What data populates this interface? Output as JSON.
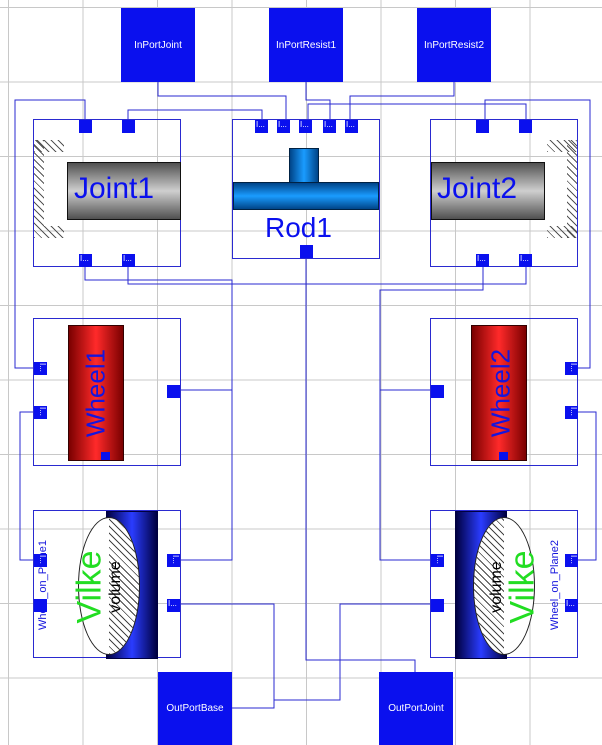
{
  "inputs": {
    "joint": "InPortJoint",
    "resist1": "InPortResist1",
    "resist2": "InPortResist2"
  },
  "outputs": {
    "base": "OutPortBase",
    "joint": "OutPortJoint"
  },
  "joint1": {
    "label": "Joint1"
  },
  "joint2": {
    "label": "Joint2"
  },
  "rod1": {
    "label": "Rod1"
  },
  "wheel1": {
    "label": "Wheel1"
  },
  "wheel2": {
    "label": "Wheel2"
  },
  "plane1": {
    "name": "Wheel_on_Plane1",
    "brand": "Vilke",
    "caption": "volume"
  },
  "plane2": {
    "name": "Wheel_on_Plane2",
    "brand": "Vilke",
    "caption": "volume"
  },
  "pin_label": "I...",
  "colors": {
    "port_fill": "#0a10ee",
    "wire": "#2a2ad0",
    "brand_text": "#22dd22",
    "wheel_red": "#ff2a2a"
  }
}
